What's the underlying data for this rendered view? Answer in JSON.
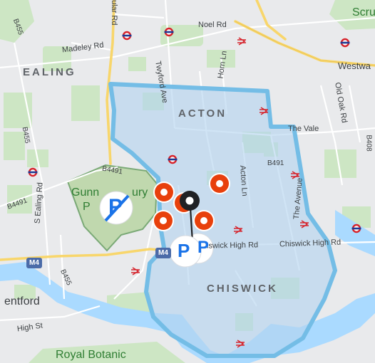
{
  "map": {
    "areas": {
      "ealing": "EALING",
      "acton": "ACTON",
      "chiswick": "CHISWICK"
    },
    "roads": {
      "noel_rd": "Noel Rd",
      "madeley_rd": "Madeley Rd",
      "westway": "Westwa",
      "twyford_ave": "Twyford Ave",
      "horn_ln": "Horn Ln",
      "old_oak_rd": "Old Oak Rd",
      "the_vale": "The Vale",
      "acton_ln": "Acton Ln",
      "the_avenue": "The Avenue",
      "s_ealing_rd": "S Ealing Rd",
      "chiswick_high_rd_1": "iswick High Rd",
      "chiswick_high_rd_2": "Chiswick High Rd",
      "high_st": "High St",
      "ular_rd": "ular Rd"
    },
    "road_numbers": {
      "b455_top": "B455",
      "b455_left": "B455",
      "b4491_a": "B4491",
      "b4491_b": "B4491",
      "b491": "B491",
      "b408": "B408",
      "b455_bottom": "B455",
      "m4_left": "M4",
      "m4_center": "M4"
    },
    "places": {
      "park": "Gunnersbury Park",
      "park_line1": "Gunn",
      "park_line2": "ury",
      "park_line3": "P",
      "brentford": "entford",
      "kew": "Royal Botanic",
      "scrubs": "Scru"
    },
    "markers": {
      "parking_letter": "P"
    },
    "colors": {
      "zone_fill": "#b3d3ef",
      "zone_border": "#74bde6",
      "park_zone": "#bcd7a8",
      "marker_orange": "#e8400c",
      "marker_black": "#202124",
      "parking_blue": "#1a73e8"
    }
  }
}
